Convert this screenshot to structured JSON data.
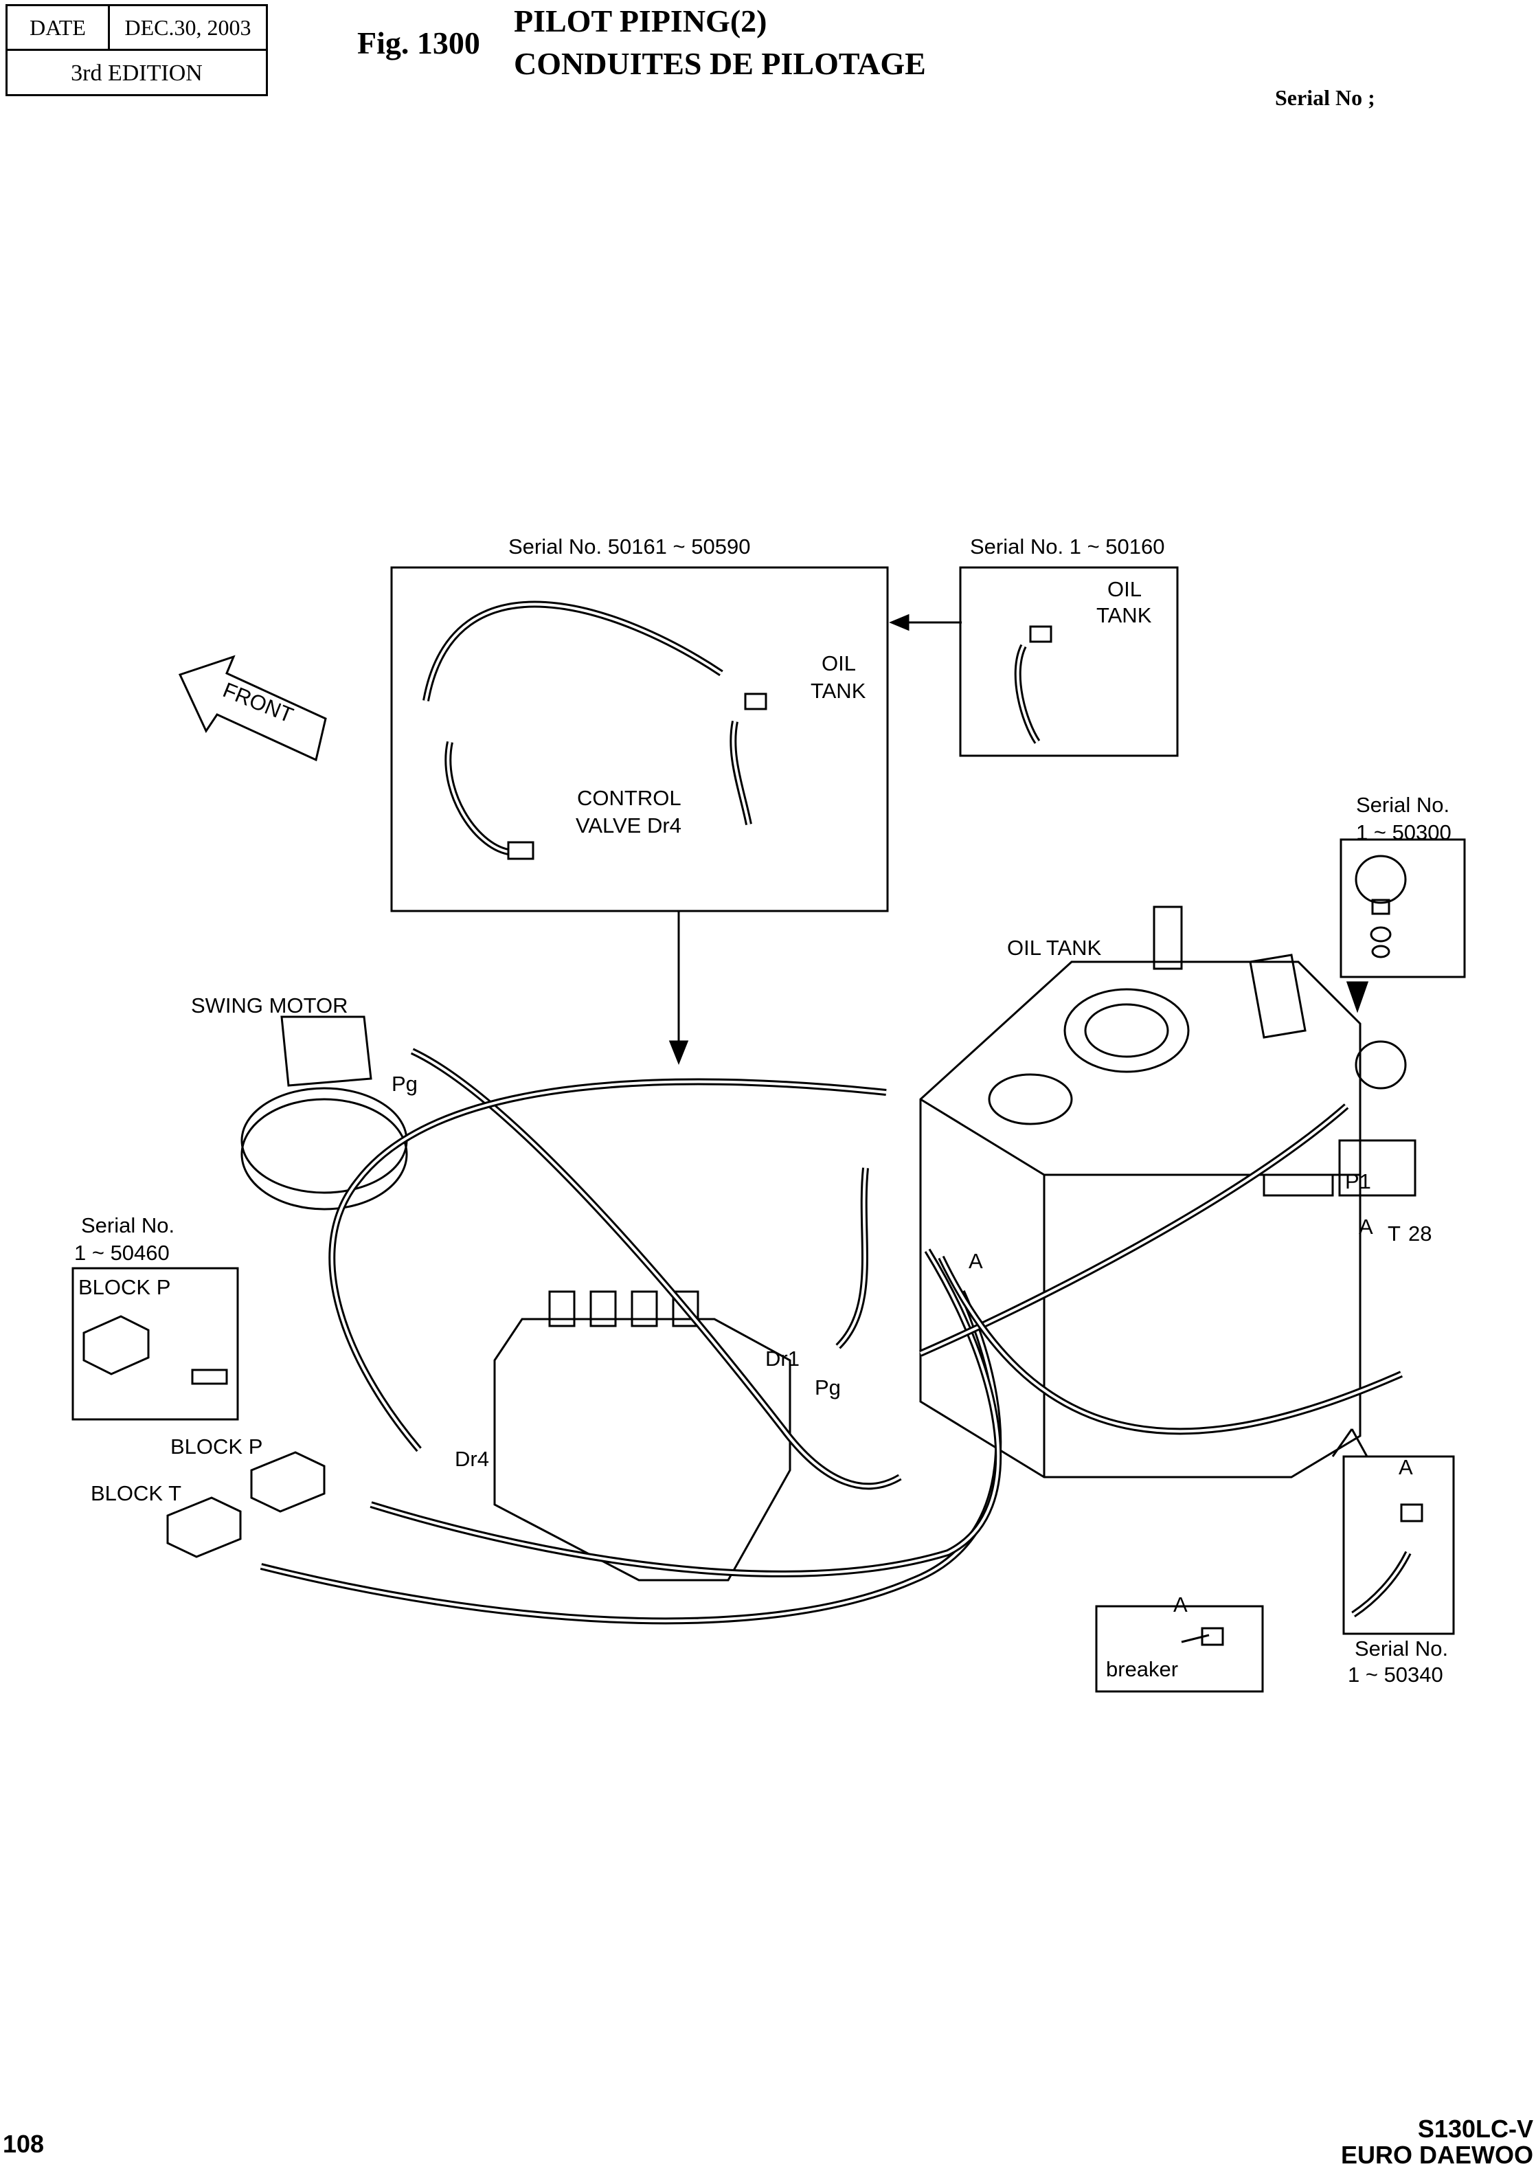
{
  "header": {
    "date_label": "DATE",
    "date_value": "DEC.30, 2003",
    "edition": "3rd  EDITION",
    "fig_number": "Fig. 1300",
    "title_en": "PILOT PIPING(2)",
    "title_fr": "CONDUITES DE PILOTAGE",
    "serial_label": "Serial No ;"
  },
  "footer": {
    "page_number": "108",
    "model": "S130LC-V",
    "brand": "EURO DAEWOO"
  },
  "diagram": {
    "inset_top_left": {
      "serial": "Serial No. 50161 ~ 50590",
      "oil_tank_1": "OIL",
      "oil_tank_2": "TANK",
      "control_1": "CONTROL",
      "control_2": "VALVE Dr4"
    },
    "inset_top_right": {
      "serial": "Serial No. 1 ~ 50160",
      "oil_tank_1": "OIL",
      "oil_tank_2": "TANK"
    },
    "front_arrow": "FRONT",
    "accumulator": {
      "serial_1": "Serial No.",
      "serial_2": "1 ~ 50300"
    },
    "oil_tank": "OIL TANK",
    "swing_motor": "SWING MOTOR",
    "pg_top": "Pg",
    "block_p_inset": {
      "serial_1": "Serial No.",
      "serial_2": "1 ~ 50460",
      "label": "BLOCK P"
    },
    "block_p": "BLOCK P",
    "block_t": "BLOCK T",
    "dr4": "Dr4",
    "dr1": "Dr1",
    "pg_mid": "Pg",
    "p1": "P1",
    "a_port": "A",
    "t_port": "T",
    "item_28": "28",
    "a_tank": "A",
    "inset_a": {
      "label": "A",
      "serial_1": "Serial No.",
      "serial_2": "1 ~ 50340"
    },
    "breaker_box": {
      "label": "A",
      "text": "breaker"
    }
  }
}
